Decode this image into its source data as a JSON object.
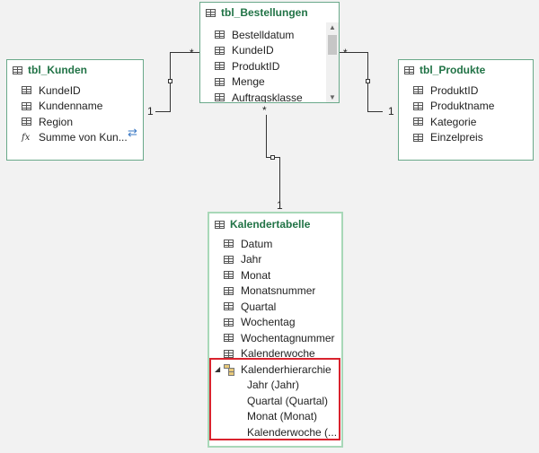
{
  "tables": {
    "bestellungen": {
      "title": "tbl_Bestellungen",
      "fields": [
        "Bestelldatum",
        "KundeID",
        "ProduktID",
        "Menge",
        "Auftragsklasse"
      ]
    },
    "kunden": {
      "title": "tbl_Kunden",
      "fields": [
        "KundeID",
        "Kundenname",
        "Region"
      ],
      "measure": "Summe von Kun..."
    },
    "produkte": {
      "title": "tbl_Produkte",
      "fields": [
        "ProduktID",
        "Produktname",
        "Kategorie",
        "Einzelpreis"
      ]
    },
    "kalender": {
      "title": "Kalendertabelle",
      "fields": [
        "Datum",
        "Jahr",
        "Monat",
        "Monatsnummer",
        "Quartal",
        "Wochentag",
        "Wochentagnummer",
        "Kalenderwoche"
      ],
      "hierarchy": {
        "name": "Kalenderhierarchie",
        "levels": [
          "Jahr (Jahr)",
          "Quartal (Quartal)",
          "Monat (Monat)",
          "Kalenderwoche (..."
        ]
      }
    }
  },
  "relationships": {
    "kunden_many": "*",
    "kunden_one": "1",
    "produkte_many": "*",
    "produkte_one": "1",
    "kalender_many": "*",
    "kalender_one": "1"
  },
  "icons": {
    "table": "table-icon",
    "measure": "fx-measure-icon",
    "hierarchy": "hierarchy-icon",
    "sync": "sync-icon"
  },
  "colors": {
    "header_text": "#217346",
    "highlight": "#d9232e",
    "sync": "#3a78c4"
  }
}
